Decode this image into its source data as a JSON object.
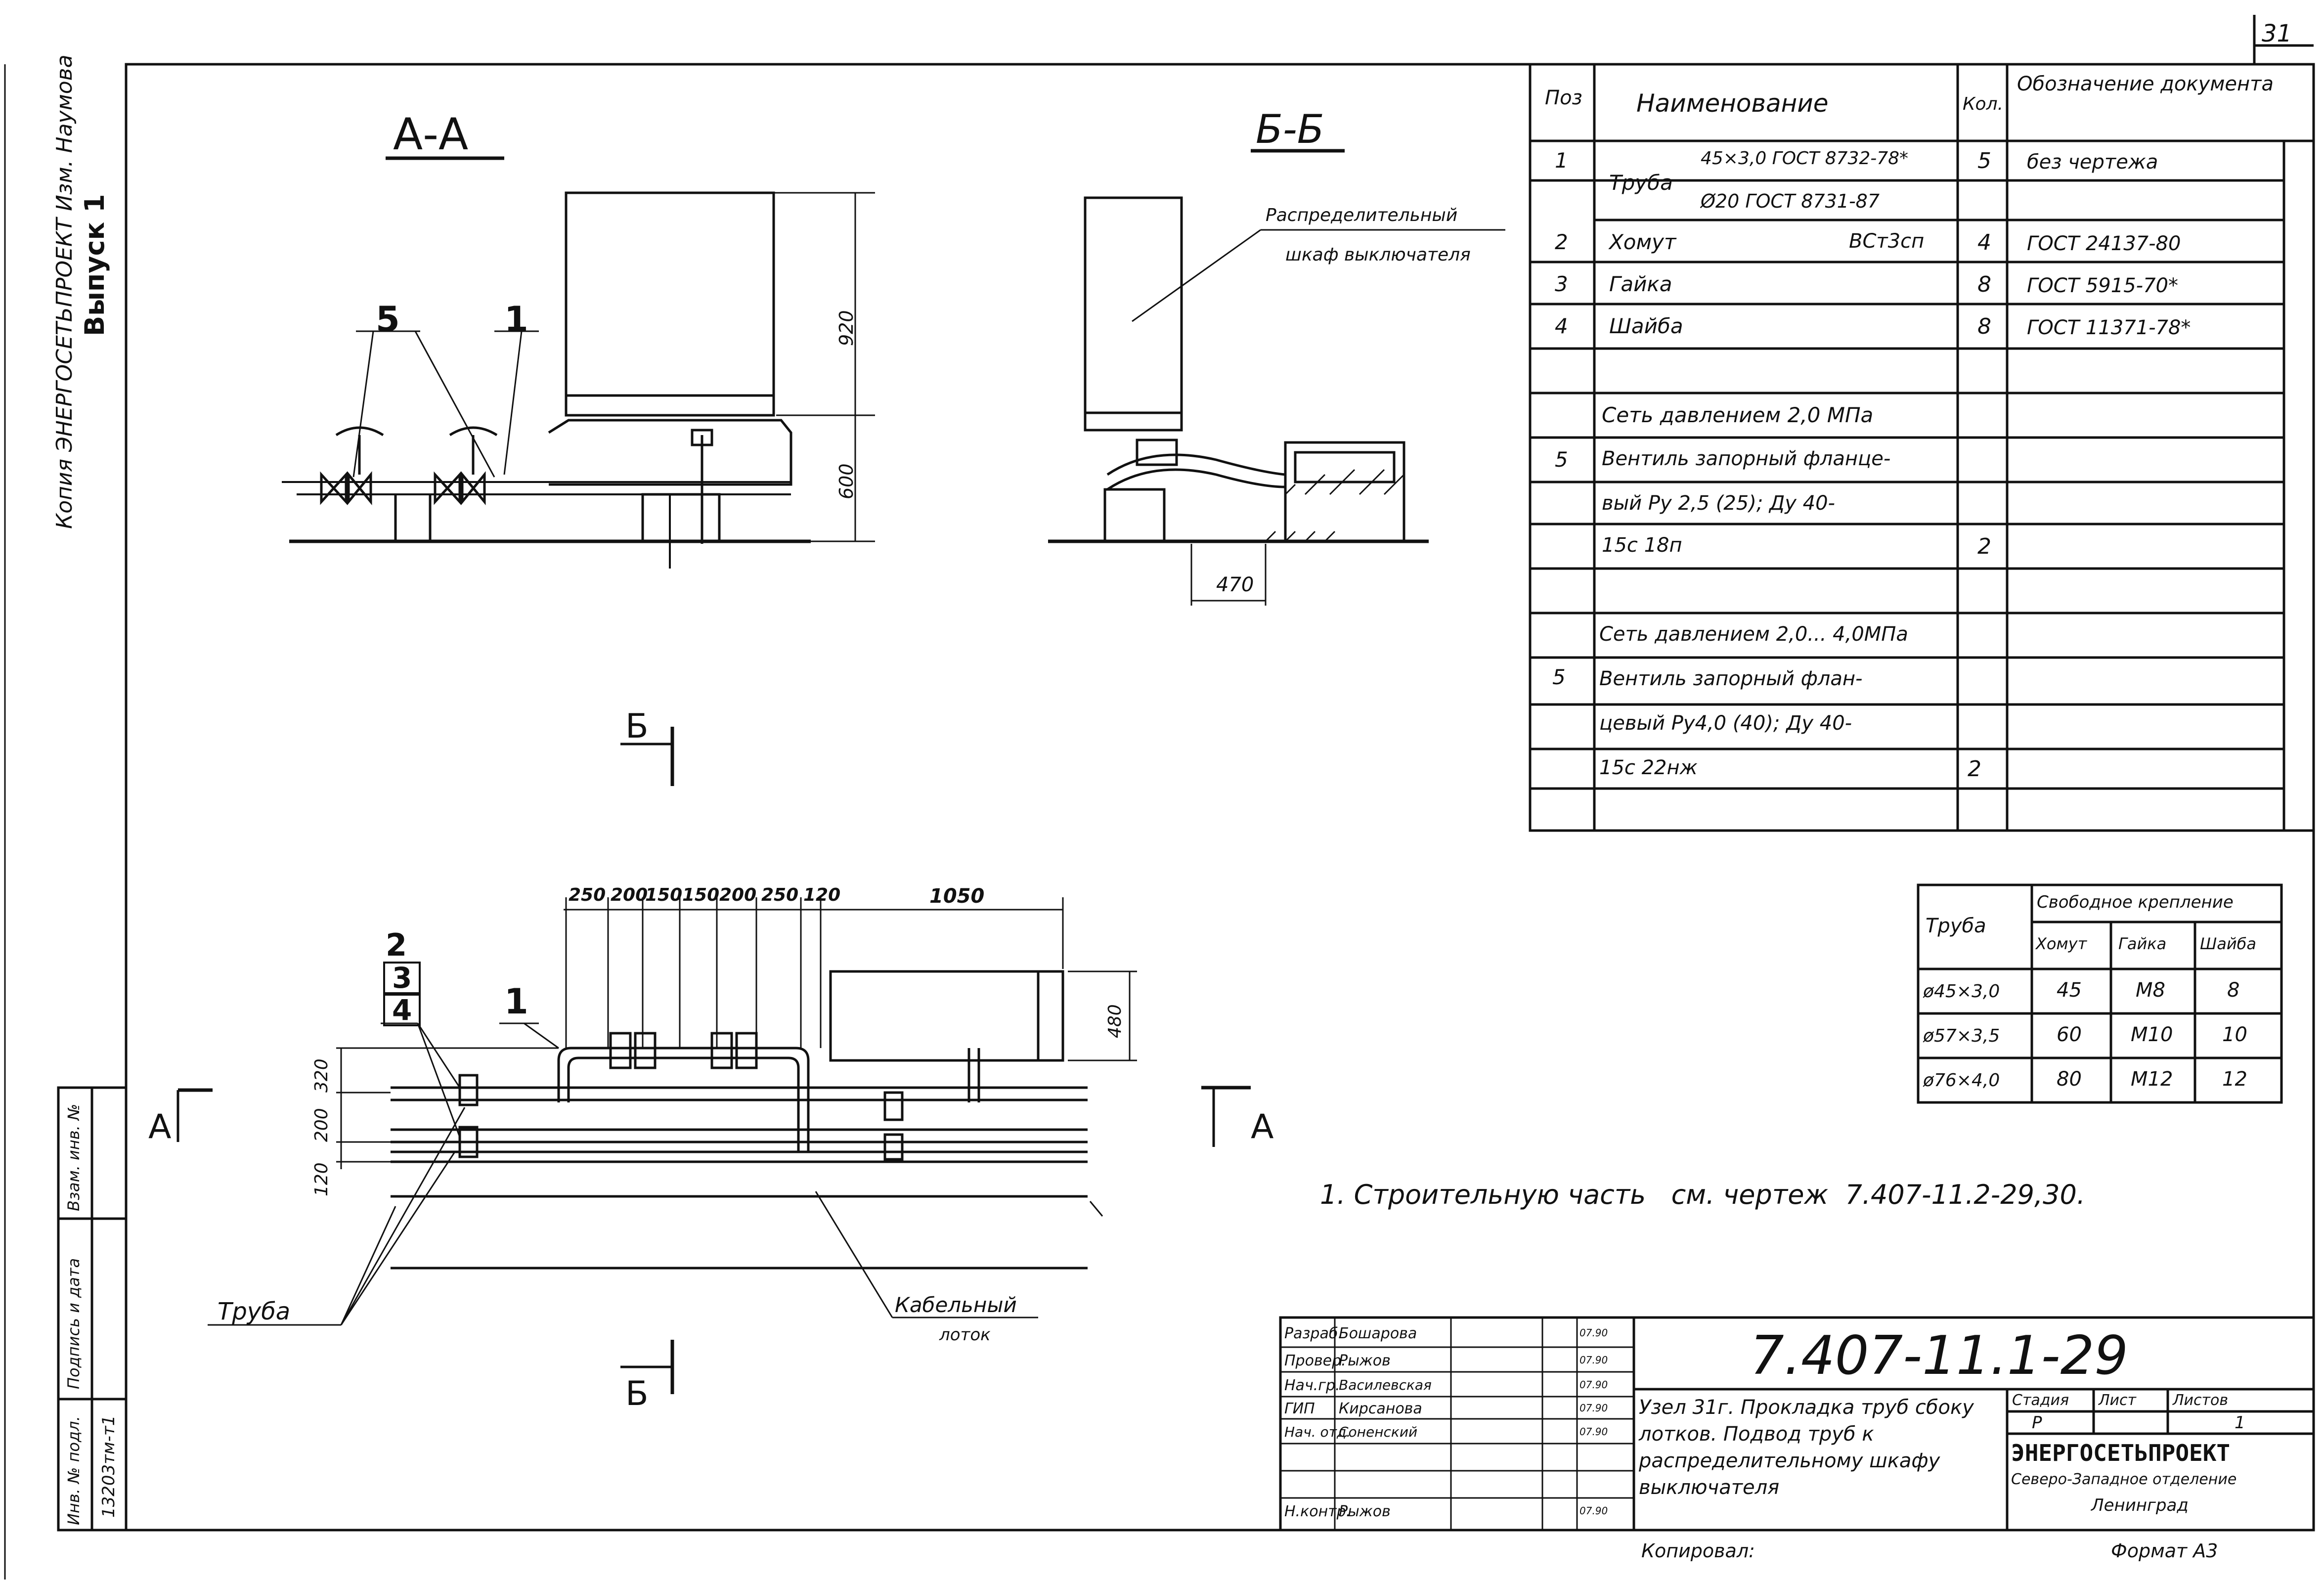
{
  "sheet": {
    "number": "31",
    "side_stamp": "Копия ЭНЕРГОСЕТЬПРОЕКТ Изм. Наумова",
    "issue": "Выпуск 1",
    "copied": "Копировал:",
    "format": "Формат А3"
  },
  "drawing": {
    "section_aa": "А-А",
    "section_bb": "Б-Б",
    "cabinet_callout_line1": "Распределительный",
    "cabinet_callout_line2": "шкаф выключателя",
    "callout_5": "5",
    "callout_1_top": "1",
    "dim_920": "920",
    "dim_600": "600",
    "dim_470": "470",
    "cut_b_top": "Б",
    "cut_b_bottom": "Б",
    "cut_a_left": "А",
    "cut_a_right": "А",
    "callout_2": "2",
    "callout_3": "3",
    "callout_4": "4",
    "callout_1_plan": "1",
    "dims_top": [
      "250",
      "200",
      "150",
      "150",
      "200",
      "250",
      "120"
    ],
    "dim_1050": "1050",
    "dim_480": "480",
    "dim_320": "320",
    "dim_200": "200",
    "dim_120": "120",
    "label_pipe": "Труба",
    "label_cable_line1": "Кабельный",
    "label_cable_line2": "лоток"
  },
  "spec_table": {
    "headers": [
      "Поз",
      "Наименование",
      "Кол.",
      "Обозначение документа"
    ],
    "rows": [
      [
        "1",
        "Труба",
        "45×3,0 ГОСТ 8732-78*",
        "5",
        "без чертежа"
      ],
      [
        "",
        "",
        "Ø20 ГОСТ 8731-87",
        "",
        ""
      ],
      [
        "2",
        "Хомут",
        "ВСт3сп",
        "4",
        "ГОСТ 24137-80"
      ],
      [
        "3",
        "Гайка",
        "",
        "8",
        "ГОСТ 5915-70*"
      ],
      [
        "4",
        "Шайба",
        "",
        "8",
        "ГОСТ 11371-78*"
      ],
      [
        "",
        "",
        "",
        "",
        ""
      ],
      [
        "",
        "Сеть давлением 2,0 МПа",
        "",
        "",
        ""
      ],
      [
        "5",
        "Вентиль запорный фланце-",
        "",
        "",
        ""
      ],
      [
        "",
        "вый Ру 2,5 (25); Ду 40-",
        "",
        "",
        ""
      ],
      [
        "",
        "15с 18п",
        "",
        "2",
        ""
      ],
      [
        "",
        "",
        "",
        "",
        ""
      ],
      [
        "",
        "Сеть давлением 2,0... 4,0МПа",
        "",
        "",
        ""
      ],
      [
        "5",
        "Вентиль запорный флан-",
        "",
        "",
        ""
      ],
      [
        "",
        "цевый Ру4,0 (40); Ду 40-",
        "",
        "",
        ""
      ],
      [
        "",
        "15с 22нж",
        "",
        "2",
        ""
      ],
      [
        "",
        "",
        "",
        "",
        ""
      ]
    ]
  },
  "fastener_table": {
    "header_pipe": "Труба",
    "header_group": "Свободное крепление",
    "subheaders": [
      "Хомут",
      "Гайка",
      "Шайба"
    ],
    "rows": [
      [
        "ø45×3,0",
        "45",
        "М8",
        "8"
      ],
      [
        "ø57×3,5",
        "60",
        "М10",
        "10"
      ],
      [
        "ø76×4,0",
        "80",
        "М12",
        "12"
      ]
    ]
  },
  "note": "1. Строительную часть   см. чертеж  7.407-11.2-29,30.",
  "title_block": {
    "code": "7.407-11.1-29",
    "roles": [
      [
        "Разраб.",
        "Бошарова",
        "07.90"
      ],
      [
        "Провер.",
        "Рыжов",
        "07.90"
      ],
      [
        "Нач.гр.",
        "Василевская",
        "07.90"
      ],
      [
        "ГИП",
        "Кирсанова",
        "07.90"
      ],
      [
        "Нач. отд.",
        "Соненский",
        "07.90"
      ],
      [
        "",
        "",
        ""
      ],
      [
        "Н.контр.",
        "Рыжов",
        "07.90"
      ]
    ],
    "title": "Узел 31г. Прокладка труб сбоку лотков. Подвод труб к распределительному шкафу выключателя",
    "stage_label": "Стадия",
    "sheet_label": "Лист",
    "sheets_label": "Листов",
    "stage": "Р",
    "sheets": "1",
    "org1": "ЭНЕРГОСЕТЬПРОЕКТ",
    "org2": "Северо-Западное отделение",
    "org3": "Ленинград"
  },
  "left_strip": {
    "labels": [
      "Инв. № подл.",
      "Подпись и дата",
      "Взам. инв. №"
    ],
    "inv_number": "13203тм-т1"
  }
}
